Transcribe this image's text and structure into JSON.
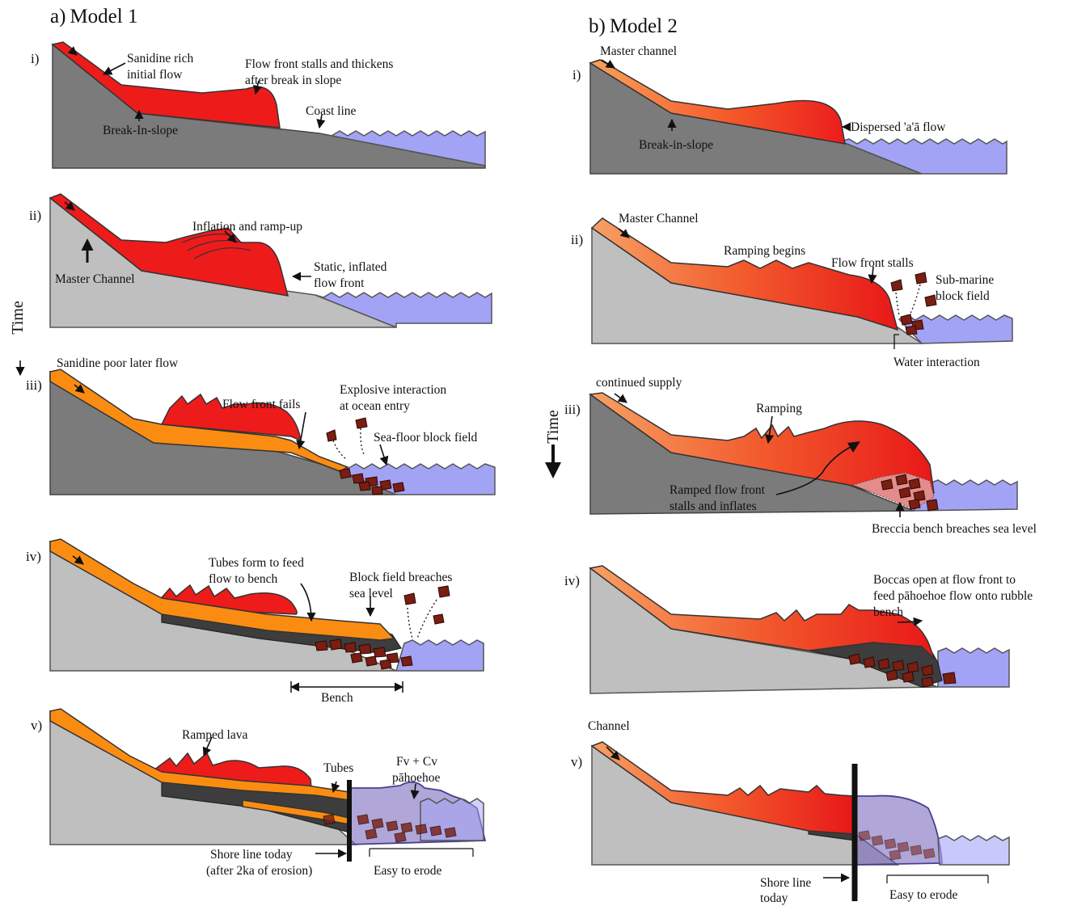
{
  "panel_a": {
    "title": "a) Model 1",
    "time_label": "Time",
    "stages": {
      "i": {
        "roman": "i)",
        "sanidine_rich": "Sanidine rich",
        "initial_flow": "initial flow",
        "flow_front_1": "Flow front stalls and thickens",
        "flow_front_2": "after break in slope",
        "break_in_slope": "Break-In-slope",
        "coast_line": "Coast line"
      },
      "ii": {
        "roman": "ii)",
        "inflation": "Inflation and ramp-up",
        "master_channel": "Master Channel",
        "static_1": "Static, inflated",
        "static_2": "flow front"
      },
      "iii": {
        "roman": "iii)",
        "sanidine_poor": "Sanidine poor later flow",
        "flow_front_fails": "Flow front fails",
        "explosive_1": "Explosive interaction",
        "explosive_2": "at ocean entry",
        "sea_floor": "Sea-floor block field"
      },
      "iv": {
        "roman": "iv)",
        "tubes_1": "Tubes form to feed",
        "tubes_2": "flow to bench",
        "block_1": "Block field breaches",
        "block_2": "sea level",
        "bench": "Bench"
      },
      "v": {
        "roman": "v)",
        "ramped_lava": "Ramped lava",
        "tubes": "Tubes",
        "fv_1": "Fv + Cv",
        "fv_2": "pāhoehoe",
        "shore_1": "Shore  line today",
        "shore_2": "(after 2ka of erosion)",
        "easy": "Easy to erode"
      }
    }
  },
  "panel_b": {
    "title": "b) Model 2",
    "time_label": "Time",
    "stages": {
      "i": {
        "roman": "i)",
        "master_channel": "Master channel",
        "dispersed": "Dispersed 'a'ā flow",
        "break_in_slope": "Break-in-slope"
      },
      "ii": {
        "roman": "ii)",
        "master_channel": "Master Channel",
        "ramping_begins": "Ramping begins",
        "flow_front_stalls": "Flow front stalls",
        "sub_marine_1": "Sub-marine",
        "sub_marine_2": "block field",
        "water": "Water interaction"
      },
      "iii": {
        "roman": "iii)",
        "continued": "continued supply",
        "ramping": "Ramping",
        "ramped_1": "Ramped flow front",
        "ramped_2": "stalls and inflates",
        "breccia": "Breccia bench breaches sea level"
      },
      "iv": {
        "roman": "iv)",
        "boccas_1": "Boccas open at flow front to",
        "boccas_2": "feed pāhoehoe flow onto rubble",
        "boccas_3": "bench"
      },
      "v": {
        "roman": "v)",
        "channel": "Channel",
        "shore_1": "Shore line",
        "shore_2": "today",
        "easy": "Easy to erode"
      }
    }
  },
  "colors": {
    "ground_dark": "#7b7b7b",
    "ground_light": "#bfbfbf",
    "sea": "#a3a3f6",
    "lava_red": "#ee1b1b",
    "lava_orange": "#fb8c12",
    "tube_dark": "#3d3d3d",
    "block": "#7a1d12",
    "pahoehoe_purple": "#6f5fb8"
  }
}
